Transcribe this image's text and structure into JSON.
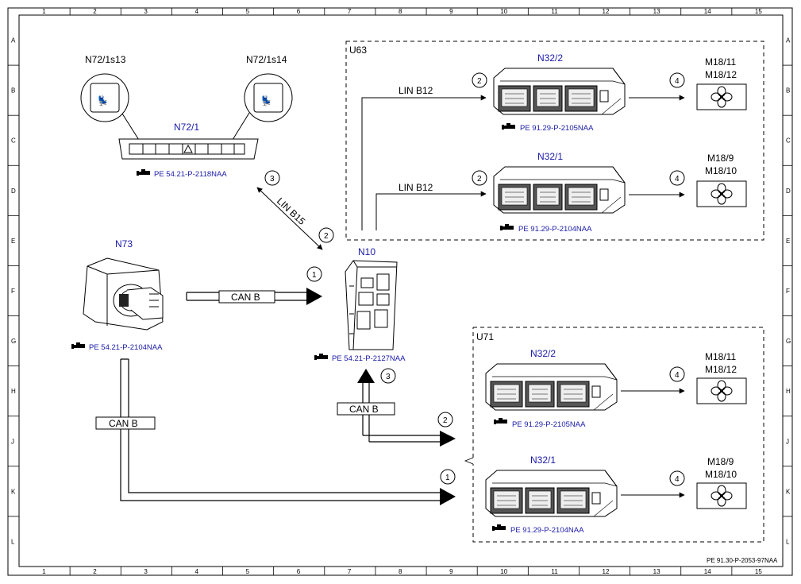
{
  "frame": {
    "columns": [
      "1",
      "2",
      "3",
      "4",
      "5",
      "6",
      "7",
      "8",
      "9",
      "10",
      "11",
      "12",
      "13",
      "14",
      "15"
    ],
    "rows": [
      "A",
      "B",
      "C",
      "D",
      "E",
      "F",
      "G",
      "H",
      "J",
      "K",
      "L"
    ]
  },
  "doc_number": "PE 91.30-P-2053-97NAA",
  "groups": {
    "u63": "U63",
    "u71": "U71"
  },
  "components": {
    "n72_1s13": "N72/1s13",
    "n72_1s14": "N72/1s14",
    "n72_1": "N72/1",
    "n72_1_ref": "PE 54.21-P-2118NAA",
    "n73": "N73",
    "n73_ref": "PE 54.21-P-2104NAA",
    "n10": "N10",
    "n10_ref": "PE 54.21-P-2127NAA",
    "u63_n32_2": "N32/2",
    "u63_n32_2_ref": "PE 91.29-P-2105NAA",
    "u63_n32_1": "N32/1",
    "u63_n32_1_ref": "PE 91.29-P-2104NAA",
    "u71_n32_2": "N32/2",
    "u71_n32_2_ref": "PE 91.29-P-2105NAA",
    "u71_n32_1": "N32/1",
    "u71_n32_1_ref": "PE 91.29-P-2104NAA",
    "fan_u63_top": [
      "M18/11",
      "M18/12"
    ],
    "fan_u63_bot": [
      "M18/9",
      "M18/10"
    ],
    "fan_u71_top": [
      "M18/11",
      "M18/12"
    ],
    "fan_u71_bot": [
      "M18/9",
      "M18/10"
    ]
  },
  "buses": {
    "lin_b12_top": "LIN B12",
    "lin_b12_bottom": "LIN B12",
    "lin_b15": "LIN B15",
    "can_b_n73": "CAN B",
    "can_b_left": "CAN B",
    "can_b_n10": "CAN B"
  },
  "markers": {
    "lin_top": "2",
    "lin_bot": "2",
    "fan_u63_top": "4",
    "fan_u63_bot": "4",
    "lin_b15": "3",
    "n10_lin": "2",
    "n73_can": "1",
    "n10_can": "3",
    "u71_can2": "2",
    "u71_can1": "1",
    "fan_u71_top": "4",
    "fan_u71_bot": "4"
  }
}
